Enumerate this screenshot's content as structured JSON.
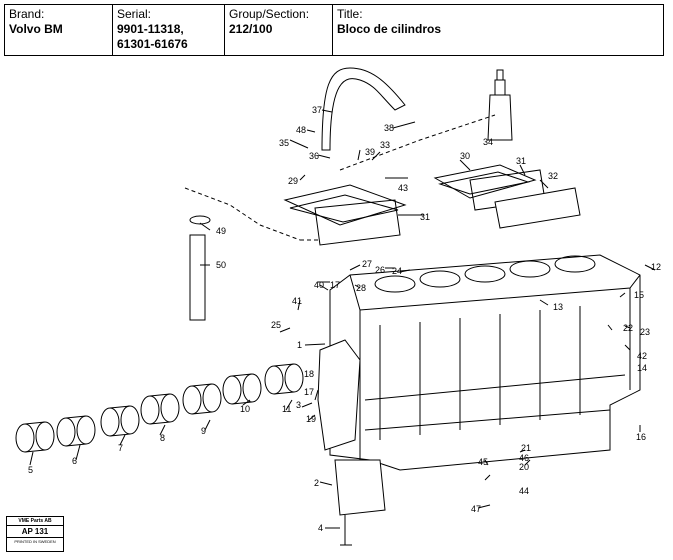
{
  "header": {
    "brand_label": "Brand:",
    "brand_value": "Volvo BM",
    "serial_label": "Serial:",
    "serial_value_1": "9901-11318,",
    "serial_value_2": "61301-61676",
    "group_label": "Group/Section:",
    "group_value": "212/100",
    "title_label": "Title:",
    "title_value": "Bloco de cilindros"
  },
  "diagram": {
    "part_numbers": [
      "37",
      "38",
      "48",
      "35",
      "36",
      "33",
      "39",
      "30",
      "31",
      "32",
      "34",
      "29",
      "43",
      "49",
      "31",
      "50",
      "27",
      "26",
      "24",
      "12",
      "15",
      "28",
      "40",
      "17",
      "13",
      "41",
      "22",
      "23",
      "42",
      "25",
      "1",
      "14",
      "18",
      "3",
      "10",
      "11",
      "17",
      "9",
      "8",
      "7",
      "6",
      "5",
      "19",
      "16",
      "21",
      "46",
      "20",
      "45",
      "44",
      "2",
      "47",
      "4"
    ]
  },
  "stamp": {
    "line1": "VME Parts AB",
    "line2": "AP 131",
    "line3": "PRINTED IN SWEDEN"
  }
}
